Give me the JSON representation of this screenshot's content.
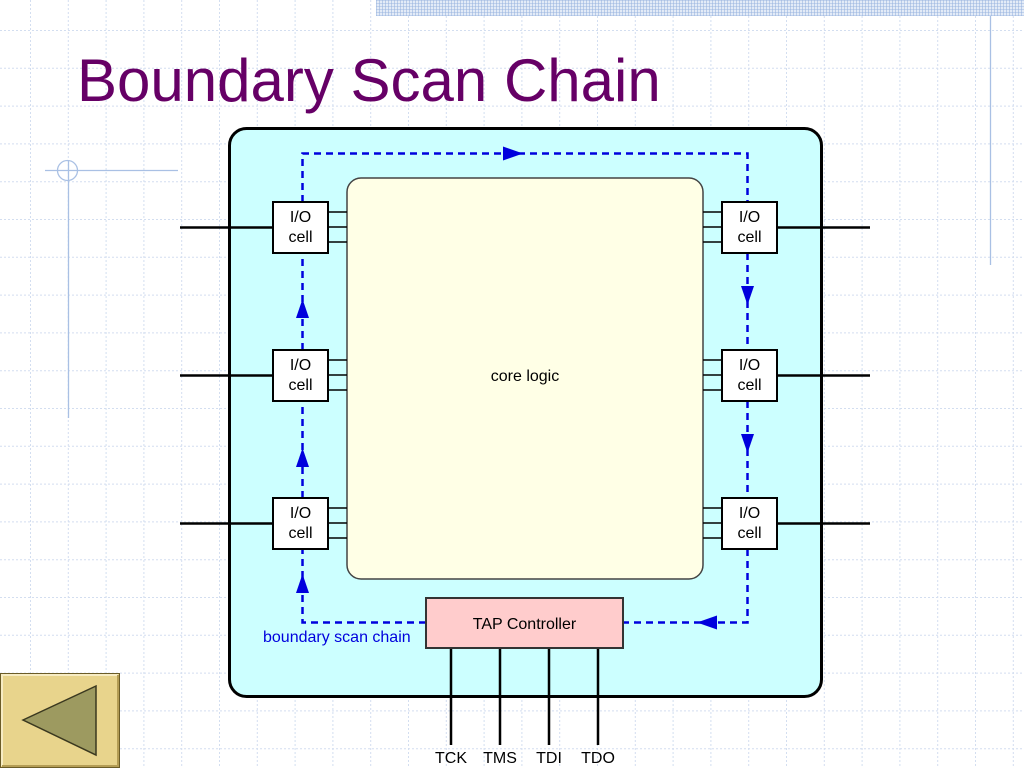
{
  "slide": {
    "title": "Boundary Scan Chain"
  },
  "diagram": {
    "core_logic": {
      "label": "core logic"
    },
    "io_cells": {
      "left": [
        {
          "line1": "I/O",
          "line2": "cell"
        },
        {
          "line1": "I/O",
          "line2": "cell"
        },
        {
          "line1": "I/O",
          "line2": "cell"
        }
      ],
      "right": [
        {
          "line1": "I/O",
          "line2": "cell"
        },
        {
          "line1": "I/O",
          "line2": "cell"
        },
        {
          "line1": "I/O",
          "line2": "cell"
        }
      ]
    },
    "tap_controller": {
      "label": "TAP Controller",
      "pins": [
        "TCK",
        "TMS",
        "TDI",
        "TDO"
      ]
    },
    "chain": {
      "label": "boundary scan chain"
    }
  },
  "navigation": {
    "previous_button": {
      "icon": "left-triangle-icon"
    }
  },
  "colors": {
    "title": "#660066",
    "chip_fill": "#ccffff",
    "core_fill": "#ffffe6",
    "io_cell_fill": "#ffffff",
    "tap_fill": "#ffcccc",
    "chain": "#0000dd",
    "nav_button": "#e8d48c",
    "nav_icon": "#9d9a60"
  }
}
